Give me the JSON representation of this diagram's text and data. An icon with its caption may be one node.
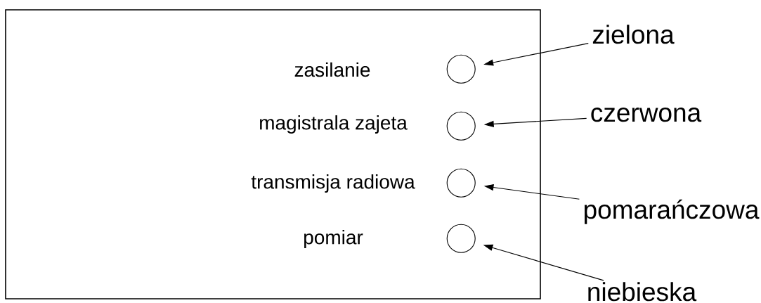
{
  "diagram": {
    "nodes": [
      {
        "text": [],
        "shape": "box"
      },
      {
        "text": [],
        "shape": "circle",
        "in": 0
      },
      {
        "text": [],
        "shape": "circle",
        "in": 0
      },
      {
        "text": [],
        "shape": "circle",
        "in": 0
      },
      {
        "text": [],
        "shape": "circle",
        "in": 0
      },
      {
        "text": [
          "zielona"
        ]
      },
      {
        "text": [
          "czerwona"
        ]
      },
      {
        "text": [
          "pomarańczowa"
        ]
      },
      {
        "text": [
          "niebieska"
        ]
      }
    ],
    "edges": [
      {
        "from": 5,
        "to": 1,
        "arrow": "to"
      },
      {
        "from": 6,
        "to": 2,
        "arrow": "to"
      },
      {
        "from": 7,
        "to": 3,
        "arrow": "to"
      },
      {
        "from": 8,
        "to": 4,
        "arrow": "to"
      }
    ],
    "labels": [
      "zasilanie",
      "magistrala zajeta",
      "transmisja radiowa",
      "pomiar"
    ]
  }
}
